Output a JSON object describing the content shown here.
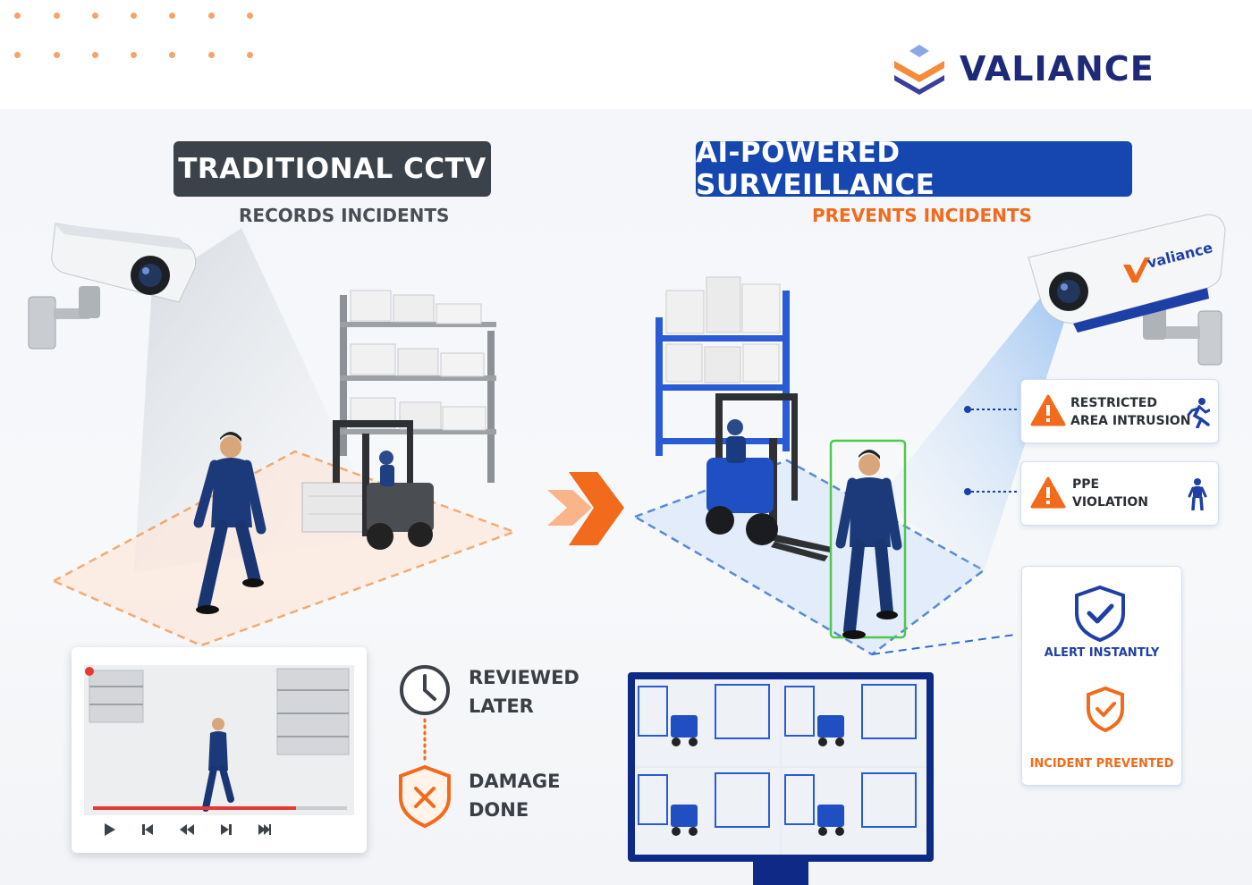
{
  "logo": {
    "text": "VALIANCE"
  },
  "left": {
    "title": "TRADITIONAL CCTV",
    "subtitle": "RECORDS INCIDENTS",
    "steps": [
      {
        "line1": "REVIEWED",
        "line2": "LATER",
        "icon": "clock-icon"
      },
      {
        "line1": "DAMAGE",
        "line2": "DONE",
        "icon": "shield-x-icon"
      }
    ],
    "player": {
      "progress": 0.8
    }
  },
  "right": {
    "title": "AI-POWERED SURVEILLANCE",
    "subtitle": "PREVENTS INCIDENTS",
    "camera_brand": "valiance",
    "alerts": [
      {
        "line1": "RESTRICTED",
        "line2": "AREA INTRUSION",
        "icon": "running-person-icon"
      },
      {
        "line1": "PPE",
        "line2": "VIOLATION",
        "icon": "standing-person-icon"
      }
    ],
    "status": {
      "alert": "ALERT INSTANTLY",
      "prevented": "INCIDENT PREVENTED"
    }
  },
  "colors": {
    "orange": "#f26a1b",
    "navy": "#1e2a78",
    "blue": "#1646b0",
    "dark": "#3c4249",
    "green": "#4cc94c"
  }
}
